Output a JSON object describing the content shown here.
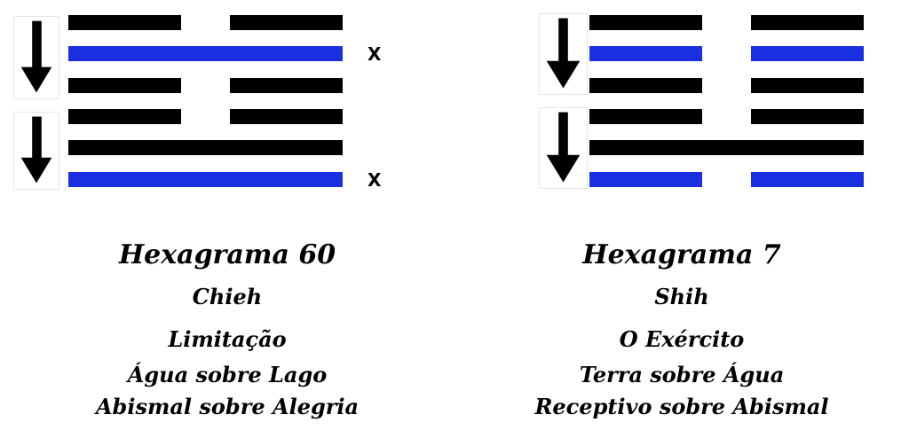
{
  "colors": {
    "line": "#000000",
    "changing_line": "#1a2fe0",
    "arrow": "#000000"
  },
  "hexagrams": [
    {
      "title": "Hexagrama 60",
      "chinese_name": "Chieh",
      "name": "Limitação",
      "trigrams": "Água sobre Lago",
      "attributes": "Abismal sobre Alegria",
      "change_mark": "X",
      "lines_top_to_bottom": [
        {
          "type": "yin",
          "changing": false
        },
        {
          "type": "yang",
          "changing": true
        },
        {
          "type": "yin",
          "changing": false
        },
        {
          "type": "yin",
          "changing": false
        },
        {
          "type": "yang",
          "changing": false
        },
        {
          "type": "yang",
          "changing": true
        }
      ]
    },
    {
      "title": "Hexagrama 7",
      "chinese_name": "Shih",
      "name": "O Exército",
      "trigrams": "Terra sobre Água",
      "attributes": "Receptivo sobre Abismal",
      "change_mark": "",
      "lines_top_to_bottom": [
        {
          "type": "yin",
          "changing": false
        },
        {
          "type": "yin",
          "changing": true
        },
        {
          "type": "yin",
          "changing": false
        },
        {
          "type": "yin",
          "changing": false
        },
        {
          "type": "yang",
          "changing": false
        },
        {
          "type": "yin",
          "changing": true
        }
      ]
    }
  ]
}
